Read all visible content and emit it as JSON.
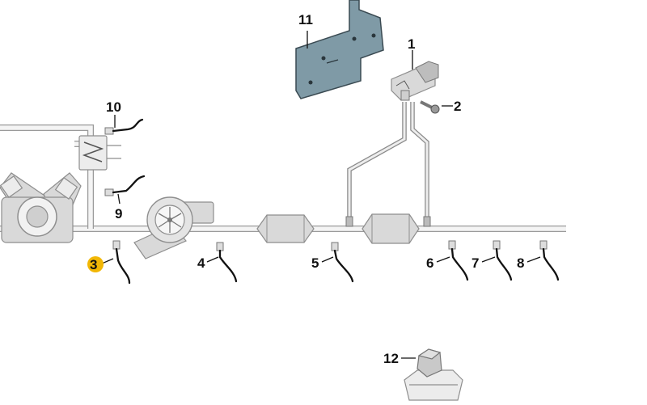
{
  "diagram": {
    "highlight_color": "#f2b705",
    "part_color": "#d9d9d9",
    "plate_color": "#7f9aa6",
    "callouts": {
      "c1": "1",
      "c2": "2",
      "c3": "3",
      "c4": "4",
      "c5": "5",
      "c6": "6",
      "c7": "7",
      "c8": "8",
      "c9": "9",
      "c10": "10",
      "c11": "11",
      "c12": "12"
    },
    "highlighted_part": "3",
    "components": {
      "engine": "engine-block",
      "heater": "heat-exchanger",
      "turbo": "turbocharger",
      "cat1": "catalytic-converter",
      "cat2": "particulate-filter",
      "sensor": "pressure-sensor",
      "bracket": "mounting-bracket",
      "nut": "hex-nut-clip"
    }
  }
}
